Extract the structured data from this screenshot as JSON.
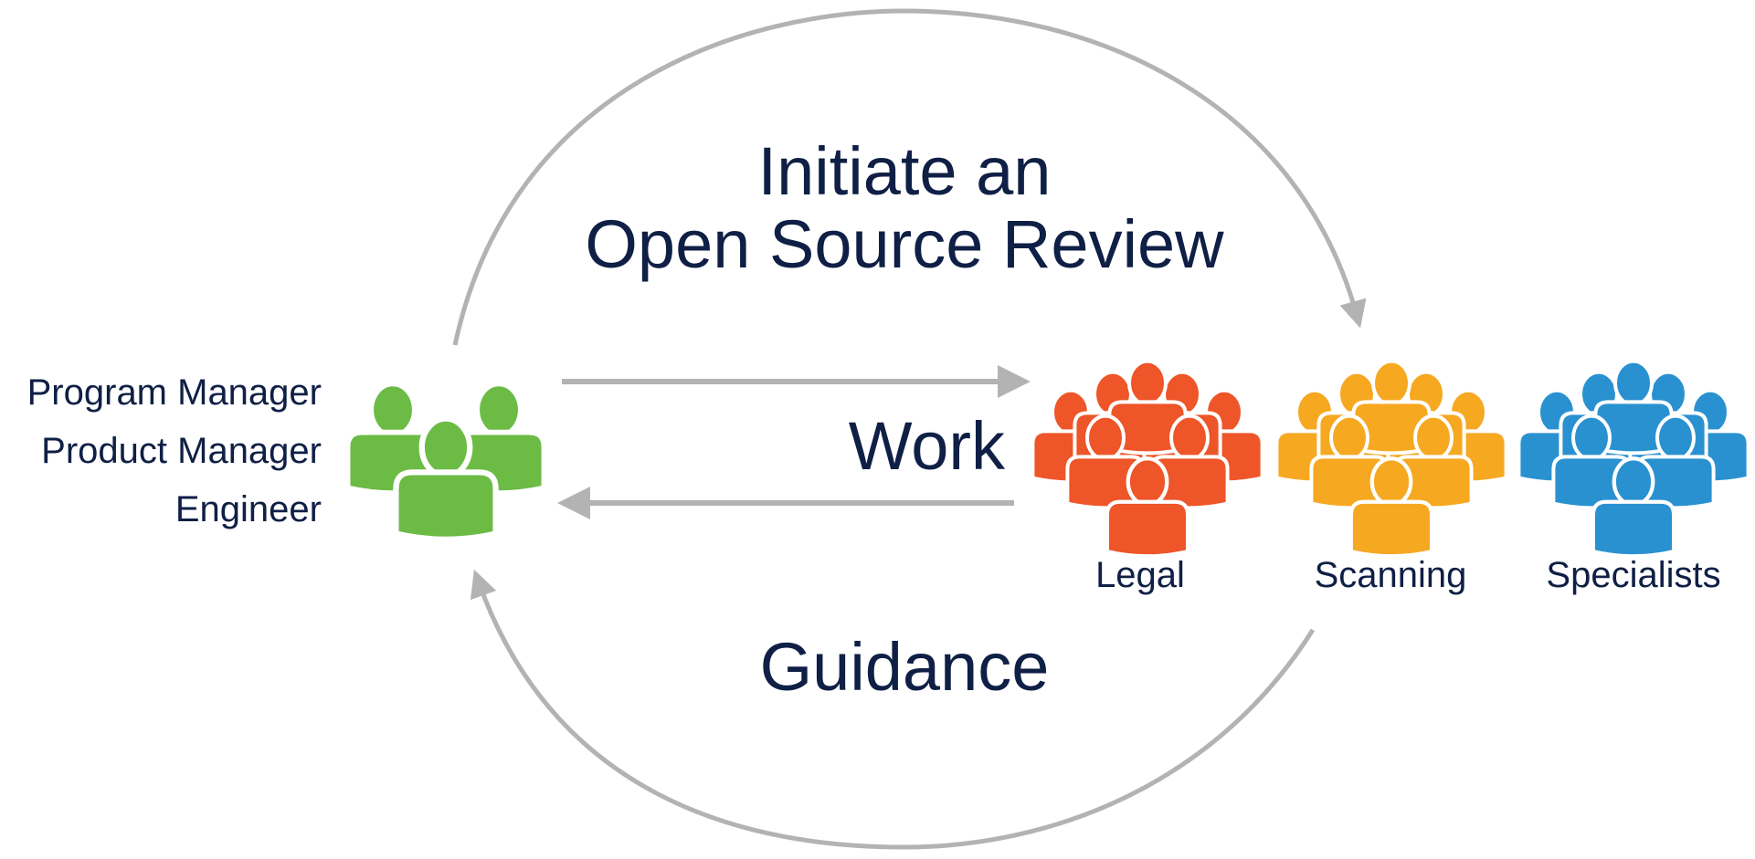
{
  "diagram": {
    "title_line1": "Initiate an",
    "title_line2": "Open Source Review",
    "center_label": "Work",
    "bottom_label": "Guidance",
    "requesters": {
      "roles": [
        "Program Manager",
        "Product Manager",
        "Engineer"
      ],
      "icon": "people-group-icon",
      "color": "#6cbb45"
    },
    "review_groups": [
      {
        "label": "Legal",
        "icon": "crowd-icon",
        "color": "#ee5528"
      },
      {
        "label": "Scanning",
        "icon": "crowd-icon",
        "color": "#f6a821"
      },
      {
        "label": "Specialists",
        "icon": "crowd-icon",
        "color": "#2a91d0"
      }
    ],
    "arrow_color": "#b3b3b3",
    "text_color": "#0f1f45"
  }
}
